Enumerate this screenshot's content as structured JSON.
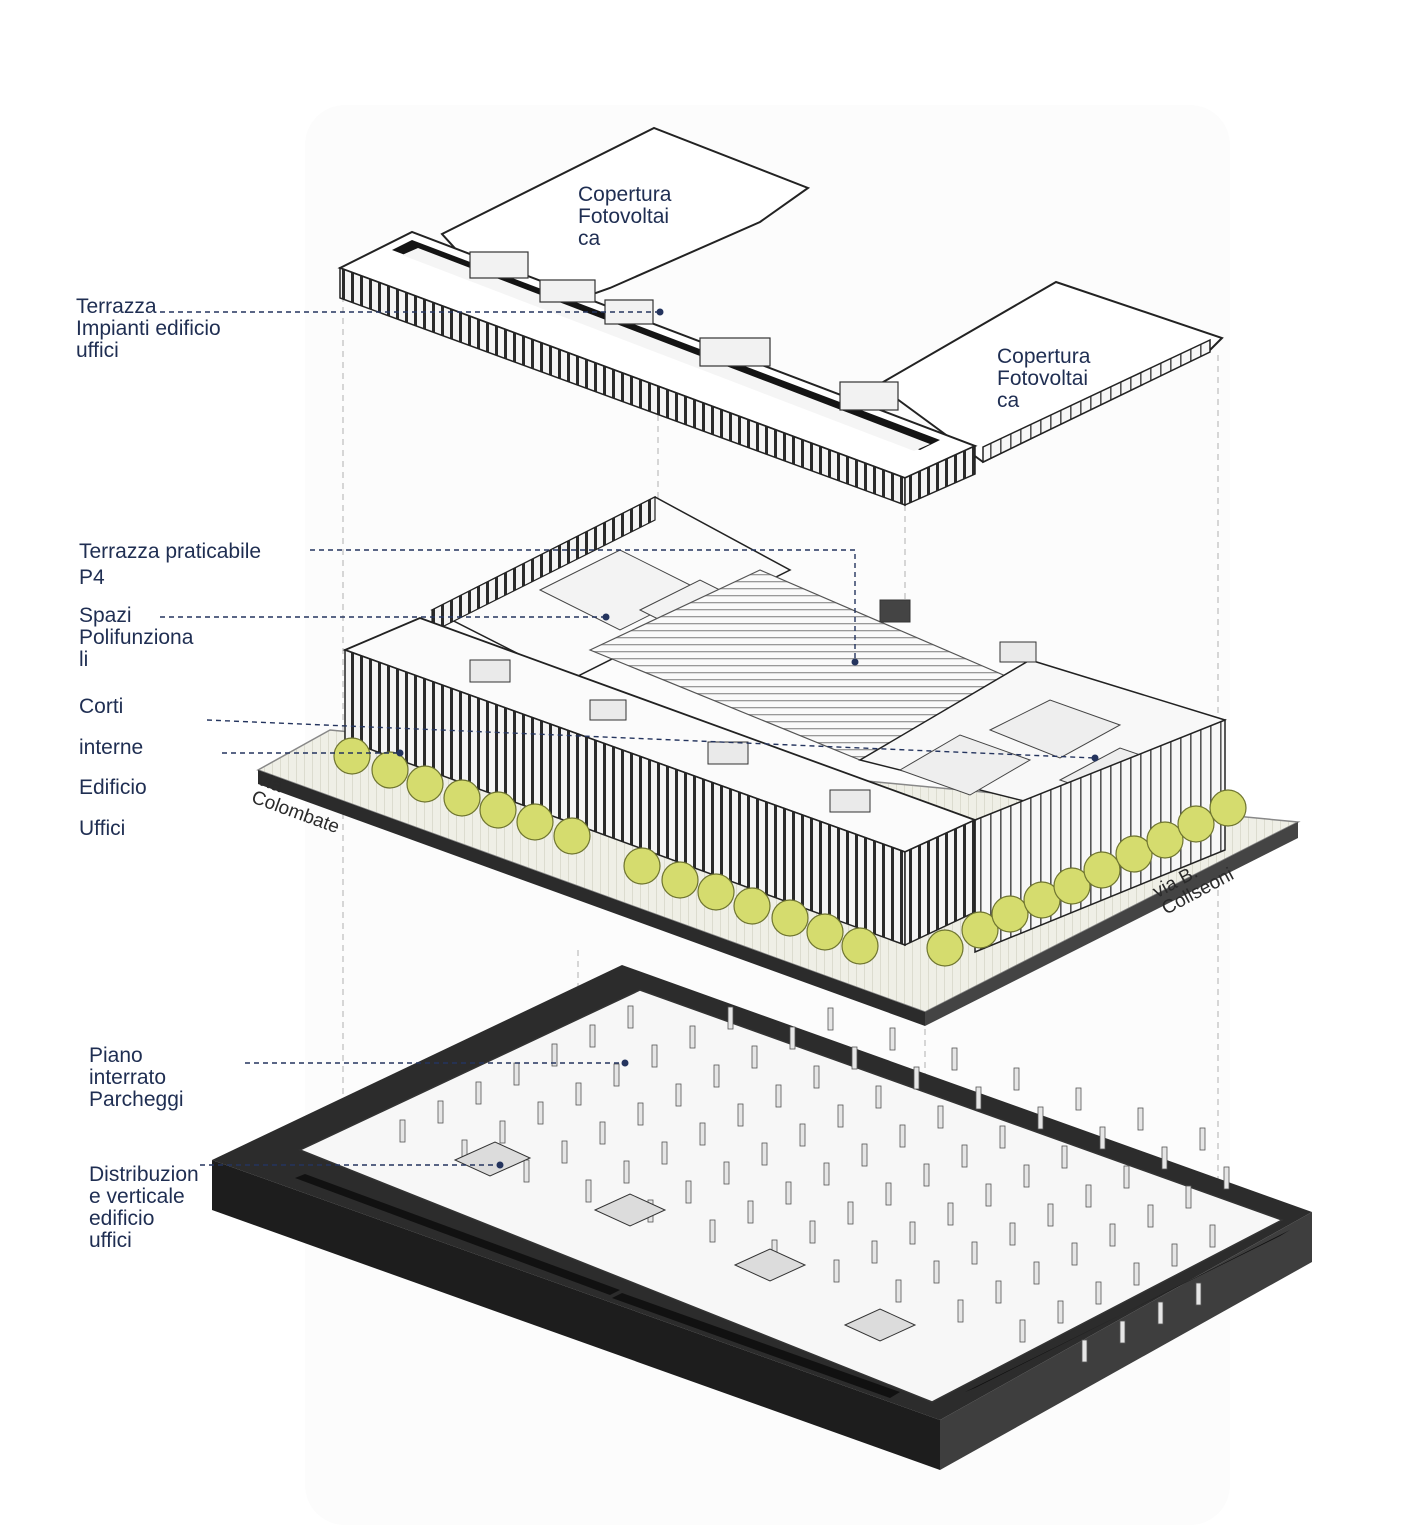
{
  "roof_labels": {
    "roof_left": "Copertura\nFotovoltai\nca",
    "roof_right": "Copertura\nFotovoltai\nca"
  },
  "annotations": {
    "terrace_plant": "Terrazza\nImpianti edificio\nuffici",
    "terrace_walkable": "Terrazza praticabile\nP4",
    "multi_spaces": "Spazi\nPolifunziona\nli",
    "courts_1": "Corti",
    "courts_2": "interne",
    "courts_3": "Edificio",
    "courts_4": "Uffici",
    "parking": "Piano\ninterrato\nParcheggi",
    "vertical_dist": "Distribuzion\ne verticale\nedificio\nuffici"
  },
  "streets": {
    "street_left": "via\nColombate",
    "street_right": "via B.\nCollseoni"
  },
  "colors": {
    "label_text": "#1f2e52",
    "leader_line": "#24345e",
    "tree_fill": "#d5dc6e",
    "tree_stroke": "#6f7530",
    "slab_dark": "#2c2c2c",
    "slab_side": "#444444",
    "plaza": "#ececec"
  }
}
